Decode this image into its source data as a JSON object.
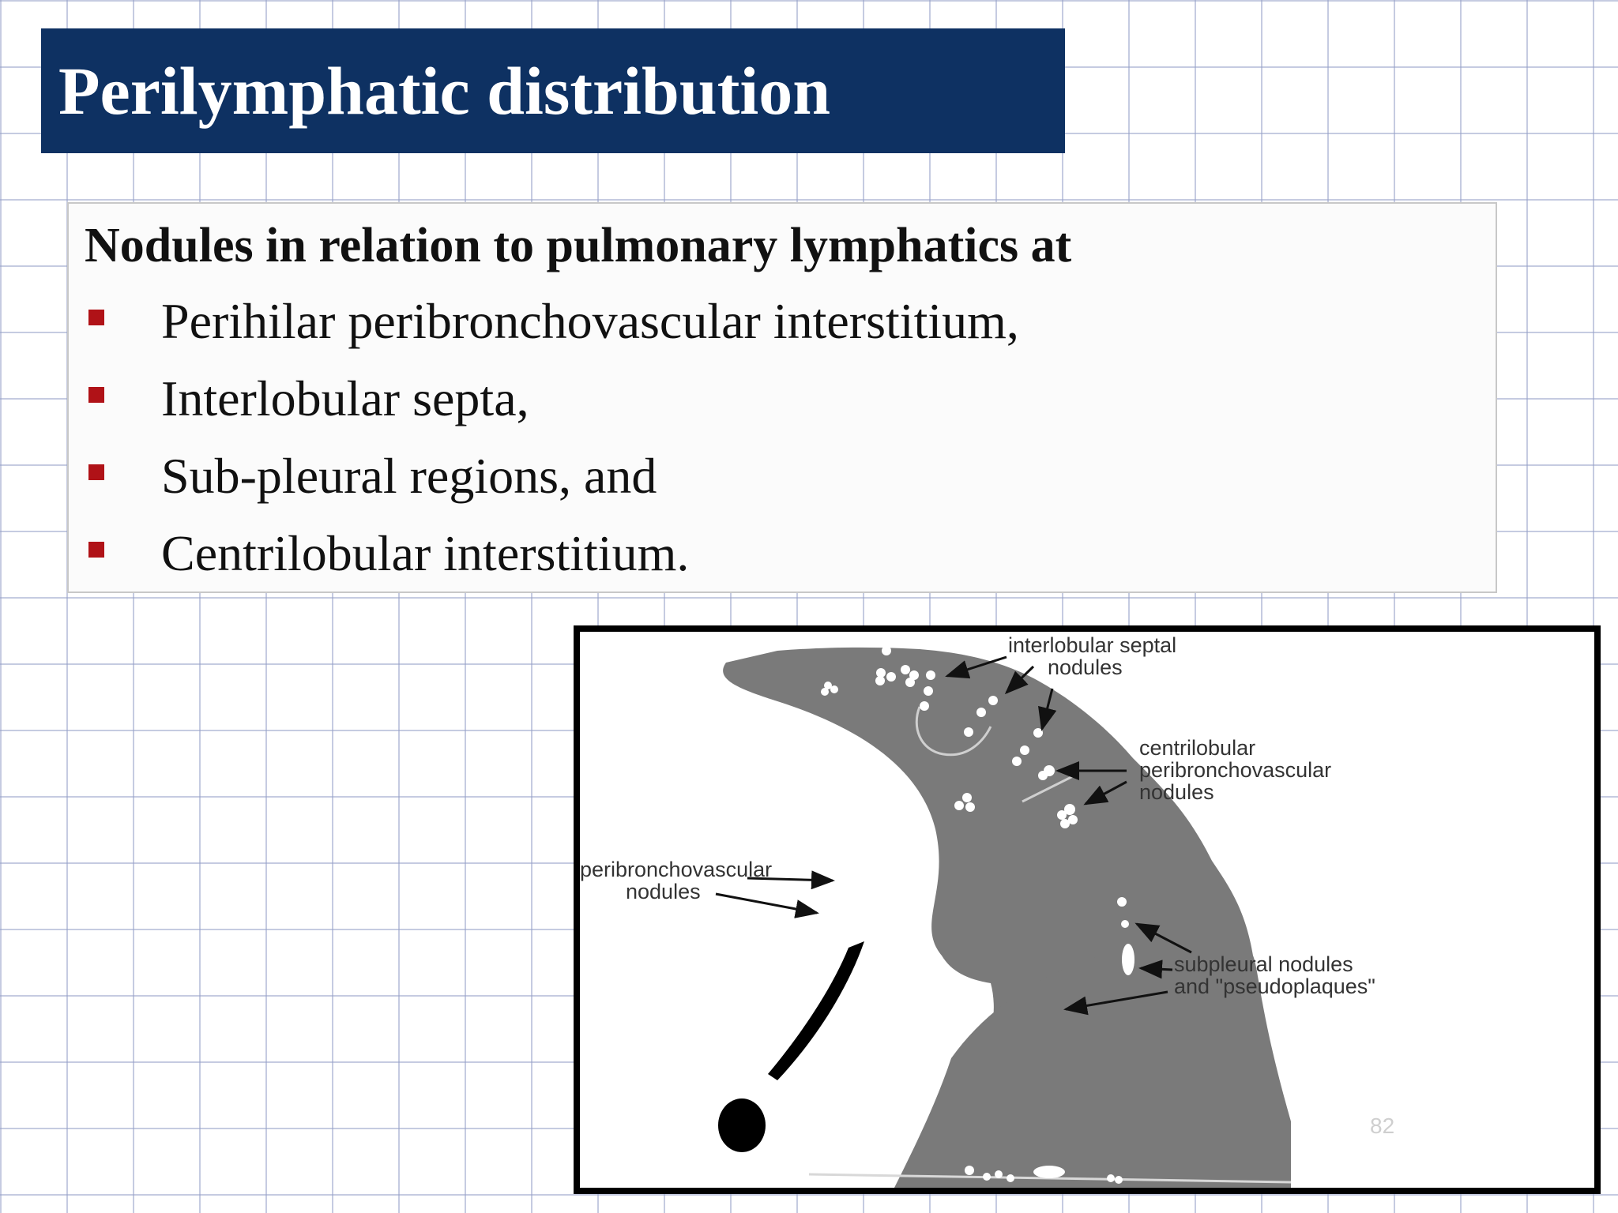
{
  "slide": {
    "title": "Perilymphatic distribution",
    "lead": "Nodules in relation to pulmonary lymphatics at",
    "bullets": [
      "Perihilar peribronchovascular interstitium,",
      "Interlobular septa,",
      "Sub-pleural regions, and",
      "Centrilobular interstitium."
    ],
    "page_number": "82",
    "colors": {
      "title_bg": "#0e3162",
      "bullet_marker": "#b01217",
      "lung_fill": "#7a7a7a"
    }
  },
  "figure": {
    "labels": {
      "septal_line1": "interlobular septal",
      "septal_line2": "nodules",
      "centri_line1": "centrilobular",
      "centri_line2": "peribronchovascular",
      "centri_line3": "nodules",
      "pbv_line1": "peribronchovascular",
      "pbv_line2": "nodules",
      "subpleural_line1": "subpleural nodules",
      "subpleural_line2": "and \"pseudoplaques\""
    }
  }
}
